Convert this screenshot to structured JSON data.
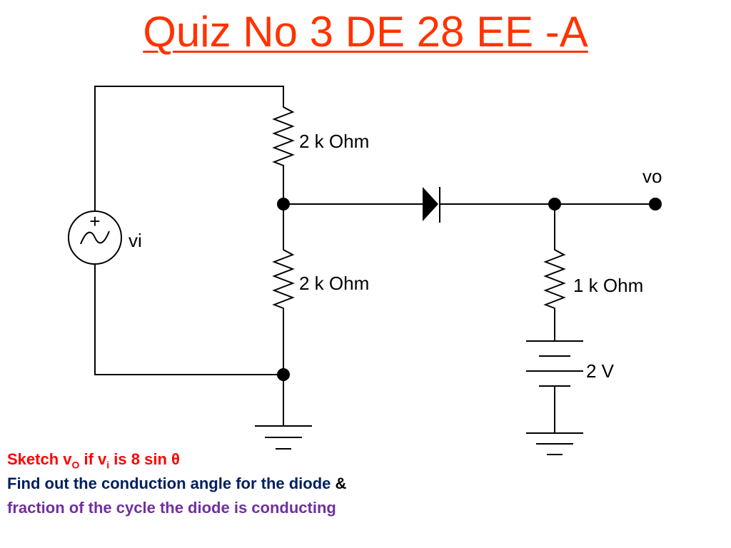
{
  "title": "Quiz No 3 DE 28 EE -A",
  "circuit": {
    "source_label": "vi",
    "source_plus": "+",
    "r_top_label": "2 k Ohm",
    "r_bottom_label": "2 k Ohm",
    "r_load_label": "1 k Ohm",
    "battery_label": "2 V",
    "output_label": "vo"
  },
  "questions": {
    "q1_pre": "Sketch v",
    "q1_sub_o": "O",
    "q1_mid": " if v",
    "q1_sub_i": "i",
    "q1_post": " is 8 sin θ",
    "q2": "Find out the conduction angle for the diode ",
    "q2_amp": "&",
    "q3": "fraction of the cycle the diode is conducting"
  },
  "colors": {
    "title": "#ff3300",
    "q1": "#ff0000",
    "q2": "#002060",
    "q3": "#7030a0"
  }
}
